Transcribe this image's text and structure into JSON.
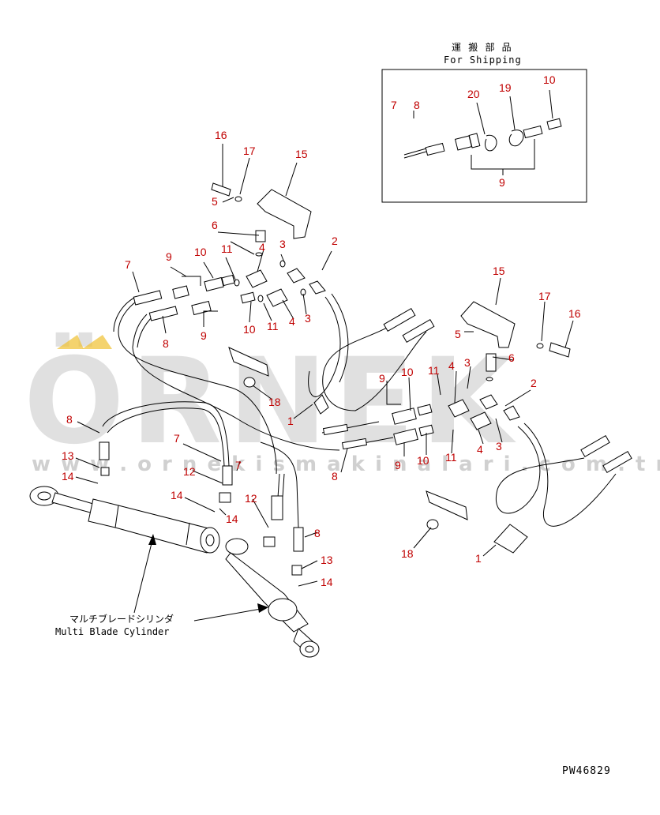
{
  "header": {
    "jp": "運 搬 部 品",
    "en": "For Shipping"
  },
  "diagram_code": "PW46829",
  "cylinder_label": {
    "jp": "マルチブレードシリンダ",
    "en": "Multi Blade Cylinder"
  },
  "watermark": {
    "brand": "ÖRNEK",
    "url": "w w w . o r n e k i s m a k i n a l a r i . c o m . t r"
  },
  "callouts": {
    "ship": [
      "7",
      "8",
      "20",
      "19",
      "10",
      "9"
    ],
    "top": [
      "16",
      "17",
      "15",
      "5",
      "6",
      "4",
      "3",
      "2",
      "11",
      "10",
      "9",
      "7",
      "8",
      "9",
      "10",
      "11",
      "4",
      "3",
      "18",
      "1"
    ],
    "right": [
      "15",
      "17",
      "16",
      "5",
      "6",
      "3",
      "4",
      "11",
      "10",
      "9",
      "2",
      "9",
      "10",
      "11",
      "4",
      "3",
      "8",
      "18",
      "1"
    ],
    "left": [
      "8",
      "7",
      "13",
      "14",
      "12",
      "7",
      "14",
      "14",
      "12",
      "8",
      "13",
      "14"
    ]
  },
  "colors": {
    "callout": "#c00000",
    "line": "#000000",
    "watermark": "#c8c8c8"
  }
}
